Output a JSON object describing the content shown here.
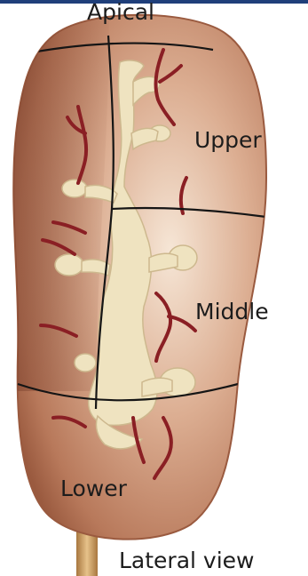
{
  "diagram": {
    "segments": {
      "apical": "Apical",
      "upper": "Upper",
      "middle": "Middle",
      "lower": "Lower"
    },
    "view_label": "Lateral view",
    "colors": {
      "kidney_light": "#f2ddc9",
      "kidney_mid": "#c98f72",
      "kidney_dark": "#9a5a3f",
      "vessel": "#8a1f24",
      "collecting_system": "#efe3c0",
      "ureter": "#c99a5e",
      "segment_line": "#151515",
      "top_bar": "#1f3f7a"
    }
  }
}
